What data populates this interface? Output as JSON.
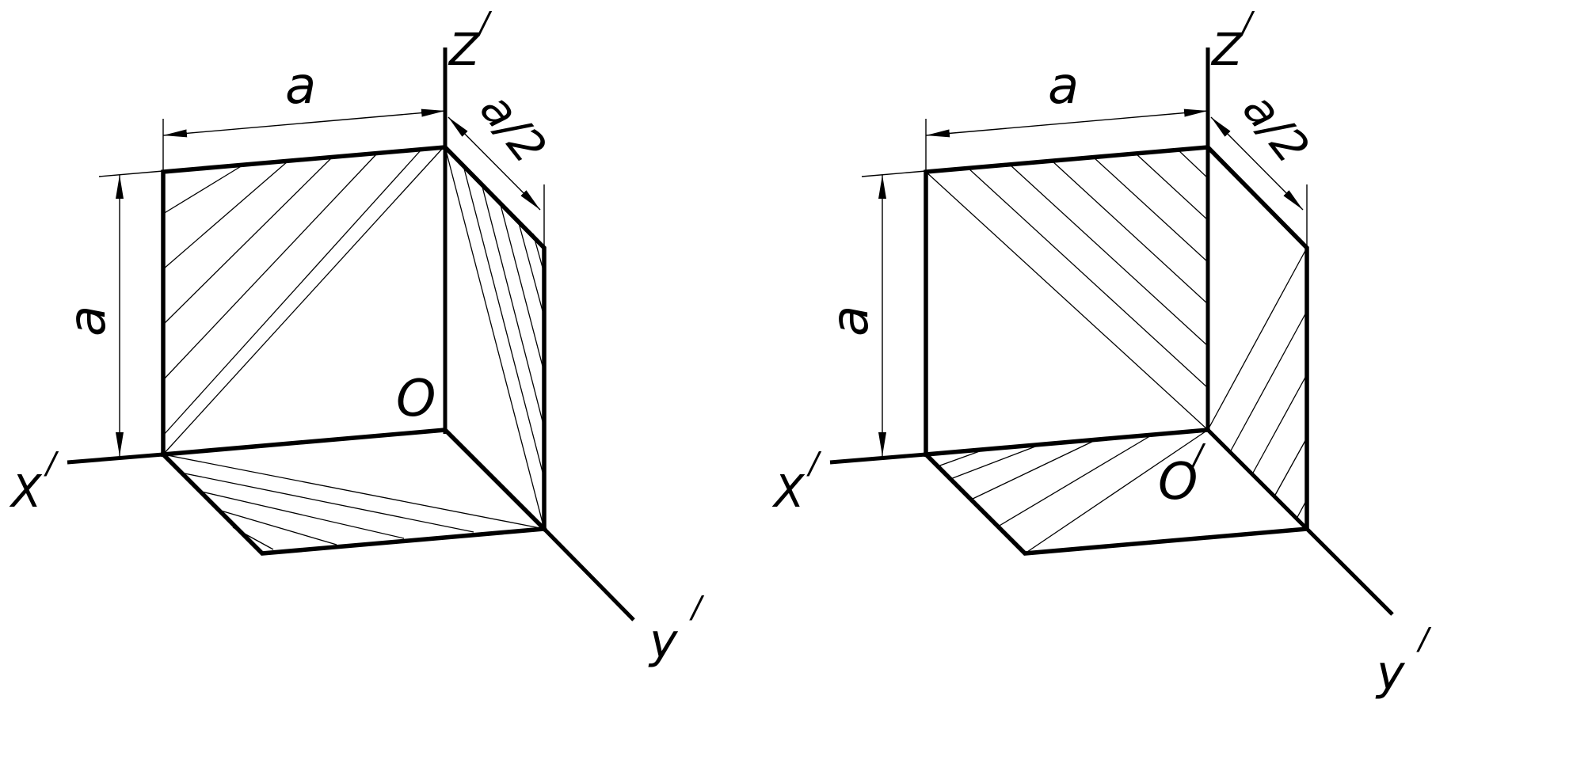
{
  "colors": {
    "ink": "#000000",
    "background": "#ffffff"
  },
  "left_figure": {
    "axis_z": "Z",
    "axis_x": "X",
    "axis_y": "y",
    "prime": "/",
    "origin": "O",
    "dim_width": "a",
    "dim_height": "a",
    "dim_depth": "a/2"
  },
  "right_figure": {
    "axis_z": "Z",
    "axis_x": "X",
    "axis_y": "y",
    "prime": "/",
    "origin": "O",
    "dim_width": "a",
    "dim_height": "a",
    "dim_depth": "a/2"
  }
}
